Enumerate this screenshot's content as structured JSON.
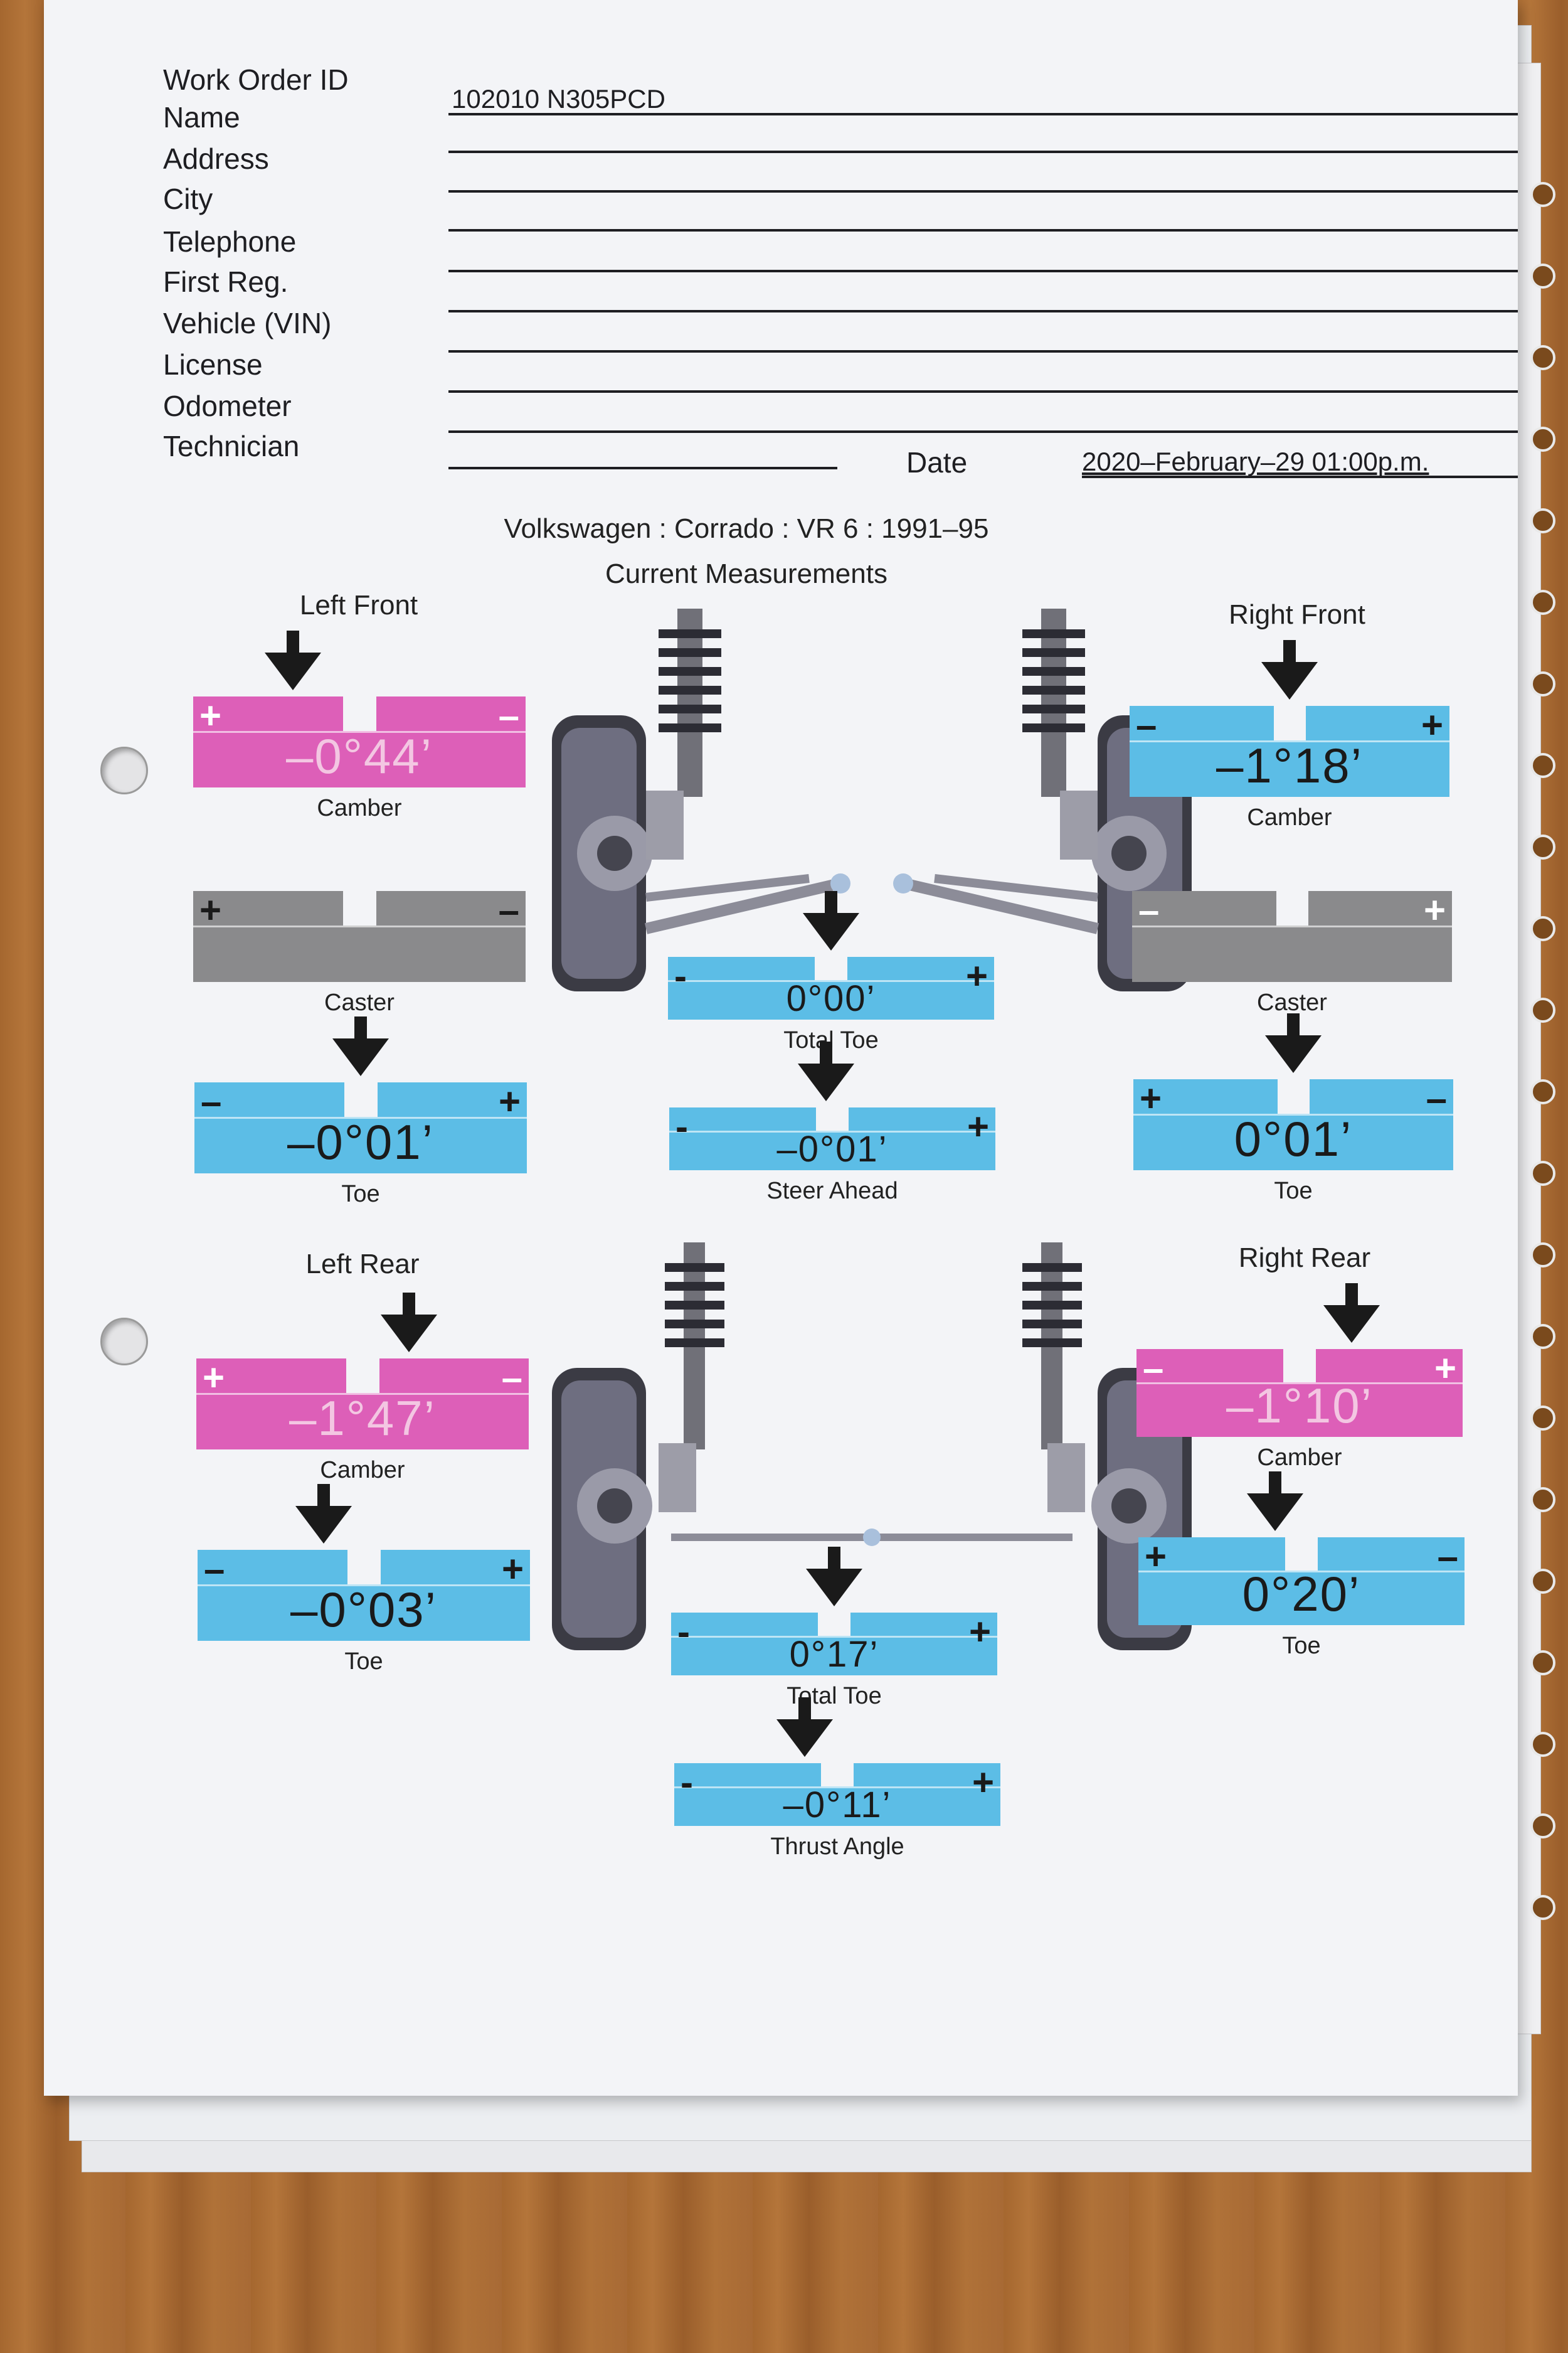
{
  "form": {
    "labels": [
      "Work Order ID",
      "Name",
      "Address",
      "City",
      "Telephone",
      "First Reg.",
      "Vehicle (VIN)",
      "License",
      "Odometer",
      "Technician"
    ],
    "work_order_value": "102010 N305PCD",
    "date_label": "Date",
    "date_value": "2020–February–29 01:00p.m."
  },
  "vehicle": "Volkswagen : Corrado : VR 6 : 1991–95",
  "current_measurements": "Current Measurements",
  "sections": {
    "left_front": "Left Front",
    "right_front": "Right Front",
    "left_rear": "Left Rear",
    "right_rear": "Right Rear"
  },
  "gauges": {
    "lf_camber": {
      "value": "–0°44’",
      "caption": "Camber",
      "plus": "+",
      "minus": "–"
    },
    "lf_caster": {
      "value": "",
      "caption": "Caster",
      "plus": "+",
      "minus": "–"
    },
    "lf_toe": {
      "value": "–0°01’",
      "caption": "Toe",
      "plus": "+",
      "minus": "–"
    },
    "rf_camber": {
      "value": "–1°18’",
      "caption": "Camber",
      "plus": "+",
      "minus": "–"
    },
    "rf_caster": {
      "value": "",
      "caption": "Caster",
      "plus": "+",
      "minus": "–"
    },
    "rf_toe": {
      "value": "0°01’",
      "caption": "Toe",
      "plus": "+",
      "minus": "–"
    },
    "front_total_toe": {
      "value": "0°00’",
      "caption": "Total Toe",
      "plus": "+",
      "minus": "-"
    },
    "steer_ahead": {
      "value": "–0°01’",
      "caption": "Steer Ahead",
      "plus": "+",
      "minus": "-"
    },
    "lr_camber": {
      "value": "–1°47’",
      "caption": "Camber",
      "plus": "+",
      "minus": "–"
    },
    "lr_toe": {
      "value": "–0°03’",
      "caption": "Toe",
      "plus": "+",
      "minus": "–"
    },
    "rr_camber": {
      "value": "–1°10’",
      "caption": "Camber",
      "plus": "+",
      "minus": "–"
    },
    "rr_toe": {
      "value": "0°20’",
      "caption": "Toe",
      "plus": "+",
      "minus": "–"
    },
    "rear_total_toe": {
      "value": "0°17’",
      "caption": "Total Toe",
      "plus": "+",
      "minus": "-"
    },
    "thrust_angle": {
      "value": "–0°11’",
      "caption": "Thrust Angle",
      "plus": "+",
      "minus": "-"
    }
  },
  "colors": {
    "pink": "#dd5fb8",
    "blue": "#5cbde6",
    "gray": "#8a8a8c",
    "paper": "#f3f4f7",
    "ink": "#1e1e22"
  }
}
